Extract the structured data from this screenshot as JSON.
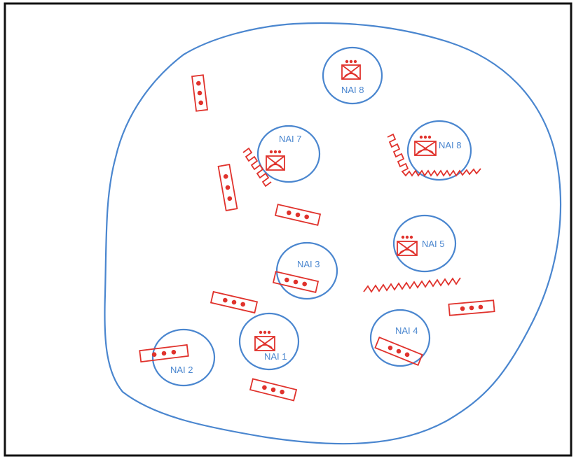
{
  "diagram": {
    "nai_labels": {
      "nai1": "NAI 1",
      "nai2": "NAI 2",
      "nai3": "NAI 3",
      "nai4": "NAI 4",
      "nai5": "NAI 5",
      "nai7": "NAI 7",
      "nai8_top": "NAI 8",
      "nai8_right": "NAI 8"
    },
    "colors": {
      "boundary": "#4a86cf",
      "symbols": "#e0322c",
      "frame": "#111111"
    },
    "symbol_types": {
      "unit": "three-dot-rectangle",
      "headquarters": "boxed-x-with-dots",
      "obstacle": "wavy-line"
    }
  }
}
